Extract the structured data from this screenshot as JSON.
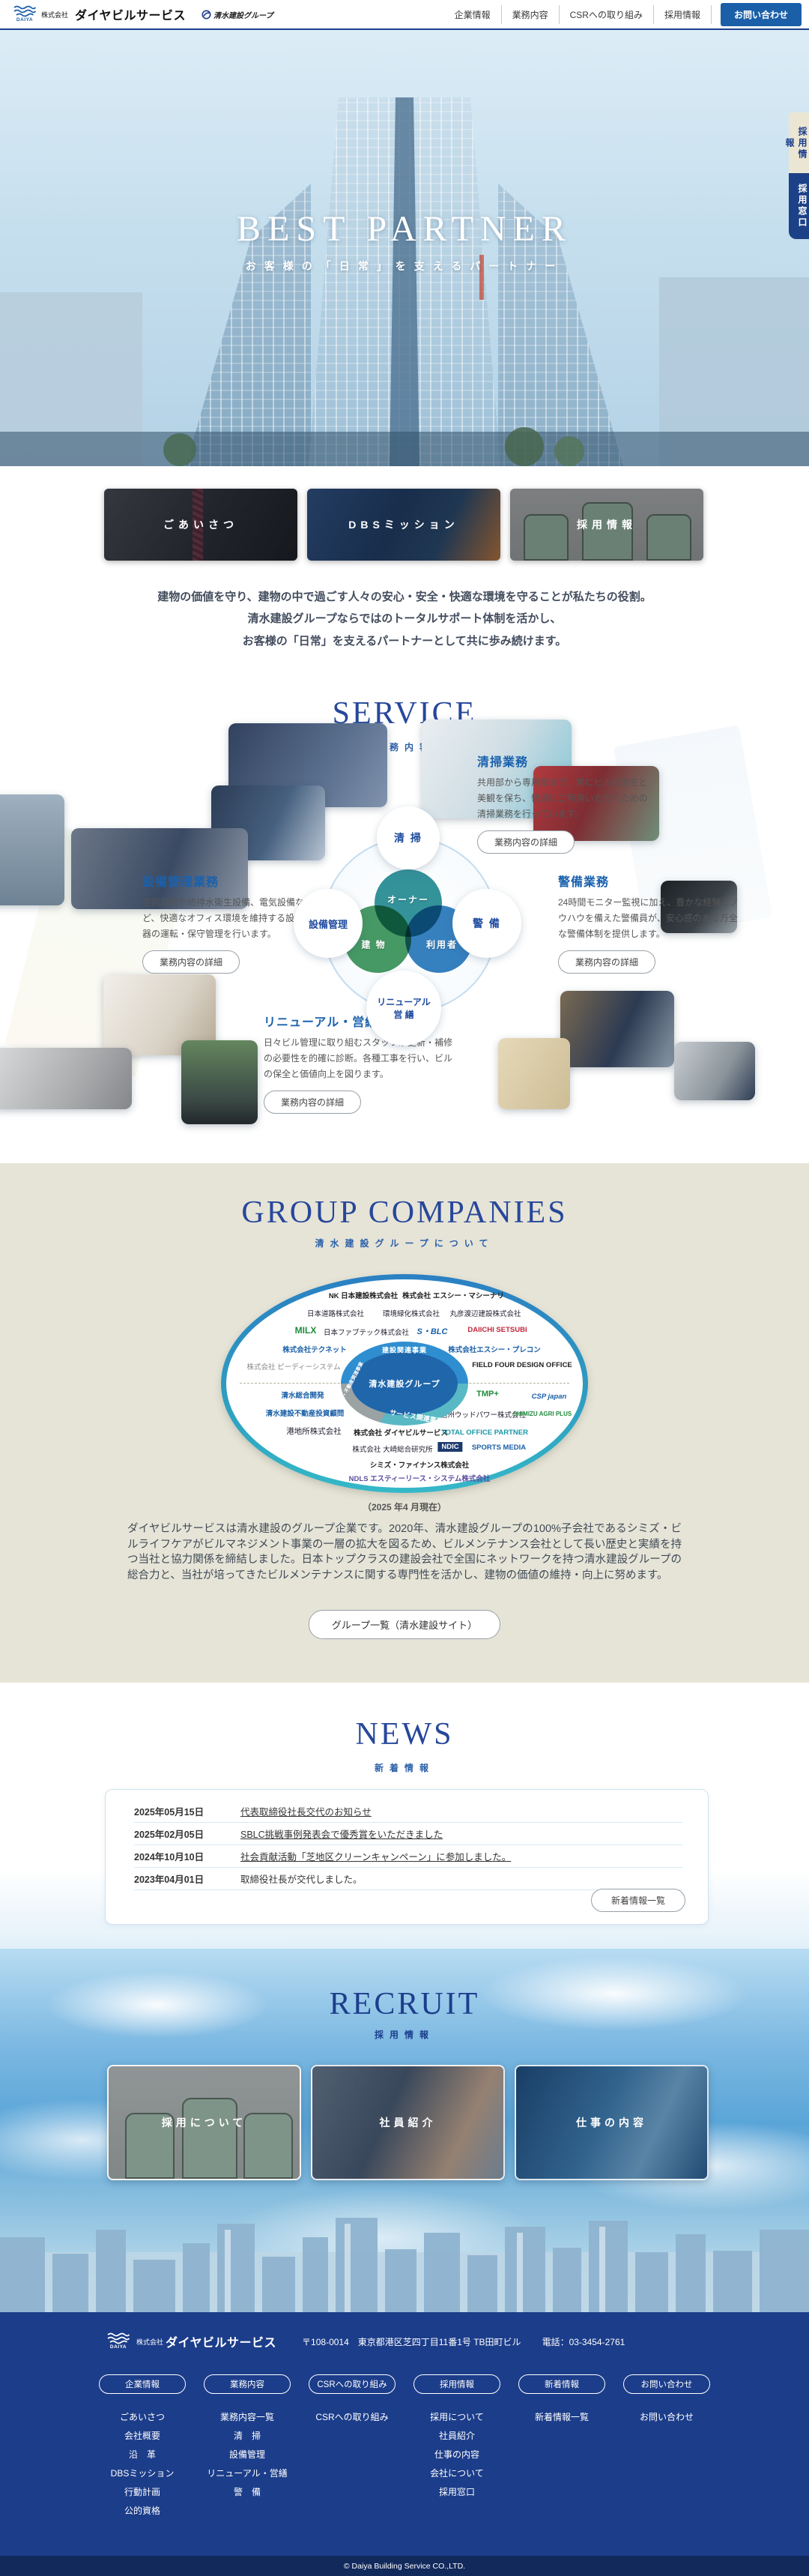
{
  "header": {
    "logo_text": "DAIYA",
    "company_prefix": "株式会社",
    "company_name": "ダイヤビルサービス",
    "group_badge": "清水建設グループ",
    "nav": [
      {
        "label": "企業情報"
      },
      {
        "label": "業務内容"
      },
      {
        "label": "CSRへの取り組み"
      },
      {
        "label": "採用情報"
      }
    ],
    "contact_button": "お問い合わせ",
    "accent_color": "#1a5fa8"
  },
  "side_tabs": [
    {
      "label": "採用情報"
    },
    {
      "label": "採用窓口"
    }
  ],
  "hero": {
    "title": "BEST PARTNER",
    "subtitle": "お客様の「日常」を支えるパートナー"
  },
  "feature_cards": [
    {
      "label": "ごあいさつ"
    },
    {
      "label": "DBSミッション"
    },
    {
      "label": "採用情報"
    }
  ],
  "intro": {
    "line1": "建物の価値を守り、建物の中で過ごす人々の安心・安全・快適な環境を守ることが私たちの役割。",
    "line2": "清水建設グループならではのトータルサポート体制を活かし、",
    "line3": "お客様の「日常」を支えるパートナーとして共に歩み続けます。"
  },
  "service": {
    "title": "SERVICE",
    "subtitle": "業務内容",
    "detail_button": "業務内容の詳細",
    "items": [
      {
        "name": "清掃業務",
        "desc": "共用部から専用部まで。常にビルの衛生と美観を保ち、快適にご利用いただくための清掃業務を行っています。"
      },
      {
        "name": "設備管理業務",
        "desc": "空調設備や給排水衛生設備、電気設備など、快適なオフィス環境を維持する設備機器の運転・保守管理を行います。"
      },
      {
        "name": "警備業務",
        "desc": "24時間モニター監視に加え、豊かな経験とノウハウを備えた警備員が、安心感のある万全な警備体制を提供します。"
      },
      {
        "name": "リニューアル・営繕業務",
        "desc": "日々ビル管理に取り組むスタッフが更新・補修の必要性を的確に診断。各種工事を行い、ビルの保全と価値向上を図ります。"
      }
    ],
    "diagram": {
      "satellites": [
        "清 掃",
        "設備管理",
        "警 備"
      ],
      "renewal_line1": "リニューアル",
      "renewal_line2": "営 繕",
      "venn": [
        "オーナー",
        "建 物",
        "利用者"
      ]
    }
  },
  "group": {
    "title": "GROUP COMPANIES",
    "subtitle": "清水建設グループについて",
    "center_label": "清水建設グループ",
    "segments": {
      "top": "建設関連事業",
      "left": "開発・不動産関連事業",
      "bottom": "サービス関連事業"
    },
    "companies": [
      "NK 日本建設株式会社",
      "株式会社 エスシー・マシーナリ",
      "日本道路株式会社",
      "環境緑化株式会社",
      "丸彦渡辺建設株式会社",
      "MILX",
      "日本ファブテック株式会社",
      "S・BLC",
      "DAIICHI SETSUBI",
      "株式会社テクネット",
      "株式会社エスシー・プレコン",
      "株式会社 ピーディーシステム",
      "FIELD FOUR DESIGN OFFICE",
      "清水総合開発",
      "TMP+",
      "CSP japan",
      "清水建設不動産投資顧問",
      "信州ウッドパワー株式会社",
      "SHIMIZU AGRI PLUS",
      "港地所株式会社",
      "株式会社 ダイヤビルサービス",
      "TOTAL OFFICE PARTNER",
      "株式会社 大崎総合研究所",
      "NDIC",
      "SPORTS MEDIA",
      "シミズ・ファイナンス株式会社",
      "NDLS エスティーリース・システム株式会社"
    ],
    "as_of": "（2025 年4 月現在）",
    "paragraph": "ダイヤビルサービスは清水建設のグループ企業です。2020年、清水建設グループの100%子会社であるシミズ・ビルライフケアがビルマネジメント事業の一層の拡大を図るため、ビルメンテナンス会社として長い歴史と実績を持つ当社と協力関係を締結しました。日本トップクラスの建設会社で全国にネットワークを持つ清水建設グループの総合力と、当社が培ってきたビルメンテナンスに関する専門性を活かし、建物の価値の維持・向上に努めます。",
    "button": "グループ一覧（清水建設サイト）"
  },
  "news": {
    "title": "NEWS",
    "subtitle": "新着情報",
    "items": [
      {
        "date": "2025年05月15日",
        "text": "代表取締役社長交代のお知らせ"
      },
      {
        "date": "2025年02月05日",
        "text": "SBLC挑戦事例発表会で優秀賞をいただきました"
      },
      {
        "date": "2024年10月10日",
        "text": "社会貢献活動「芝地区クリーンキャンペーン」に参加しました。"
      },
      {
        "date": "2023年04月01日",
        "text": "取締役社長が交代しました。"
      }
    ],
    "button": "新着情報一覧"
  },
  "recruit": {
    "title": "RECRUIT",
    "subtitle": "採用情報",
    "cards": [
      {
        "label": "採用について"
      },
      {
        "label": "社員紹介"
      },
      {
        "label": "仕事の内容"
      }
    ]
  },
  "footer": {
    "logo_text": "DAIYA",
    "company_prefix": "株式会社",
    "company_name": "ダイヤビルサービス",
    "address": "〒108-0014　東京都港区芝四丁目11番1号 TB田町ビル",
    "tel": "電話：03-3454-2761",
    "columns": [
      {
        "heading": "企業情報",
        "links": [
          "ごあいさつ",
          "会社概要",
          "沿　革",
          "DBSミッション",
          "行動計画",
          "公的資格"
        ]
      },
      {
        "heading": "業務内容",
        "links": [
          "業務内容一覧",
          "清　掃",
          "設備管理",
          "リニューアル・営繕",
          "警　備"
        ]
      },
      {
        "heading": "CSRへの取り組み",
        "links": [
          "CSRへの取り組み"
        ]
      },
      {
        "heading": "採用情報",
        "links": [
          "採用について",
          "社員紹介",
          "仕事の内容",
          "会社について",
          "採用窓口"
        ]
      },
      {
        "heading": "新着情報",
        "links": [
          "新着情報一覧"
        ]
      },
      {
        "heading": "お問い合わせ",
        "links": [
          "お問い合わせ"
        ]
      }
    ],
    "copyright": "© Daiya Building Service CO.,LTD."
  }
}
